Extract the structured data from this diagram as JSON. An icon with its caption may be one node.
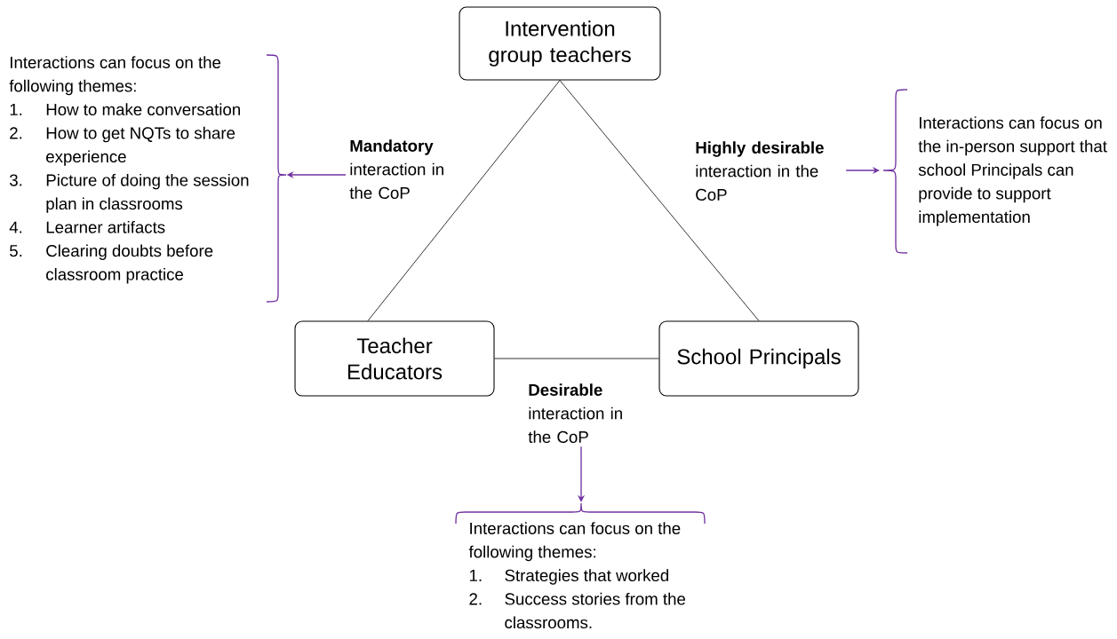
{
  "diagram": {
    "nodes": [
      {
        "text": [
          "Intervention group teachers"
        ]
      },
      {
        "text": [
          "Teacher Educators"
        ]
      },
      {
        "text": [
          "School Principals"
        ]
      },
      {
        "text": [
          "Mandatory",
          "interaction in the CoP"
        ]
      },
      {
        "text": [
          "Interactions can focus on the following themes:",
          "1.",
          "How to make conversation",
          "2.",
          "How to get NQTs to share experience",
          "3.",
          "Picture of doing the session plan in classrooms",
          "4.",
          "Learner artifacts",
          "5.",
          "Clearing doubts before classroom practice"
        ]
      },
      {
        "text": [
          "Highly desirable",
          "interaction in the CoP"
        ]
      },
      {
        "text": [
          "Interactions can focus on the in-person support that school Principals can provide to support implementation"
        ]
      },
      {
        "text": [
          "Desirable",
          "interaction in the CoP"
        ]
      },
      {
        "text": [
          "Interactions can focus on the following themes:",
          "1.",
          "Strategies that worked",
          "2.",
          "Success stories from the classrooms."
        ]
      }
    ],
    "edges": [
      {
        "from": 0,
        "to": 1,
        "arrow": "none"
      },
      {
        "from": 0,
        "to": 2,
        "arrow": "none"
      },
      {
        "from": 1,
        "to": 2,
        "arrow": "none"
      },
      {
        "from": 3,
        "to": 4,
        "arrow": "to",
        "color": "#7030a0"
      },
      {
        "from": 5,
        "to": 6,
        "arrow": "to",
        "color": "#7030a0"
      },
      {
        "from": 7,
        "to": 8,
        "arrow": "to",
        "color": "#7030a0"
      }
    ]
  }
}
